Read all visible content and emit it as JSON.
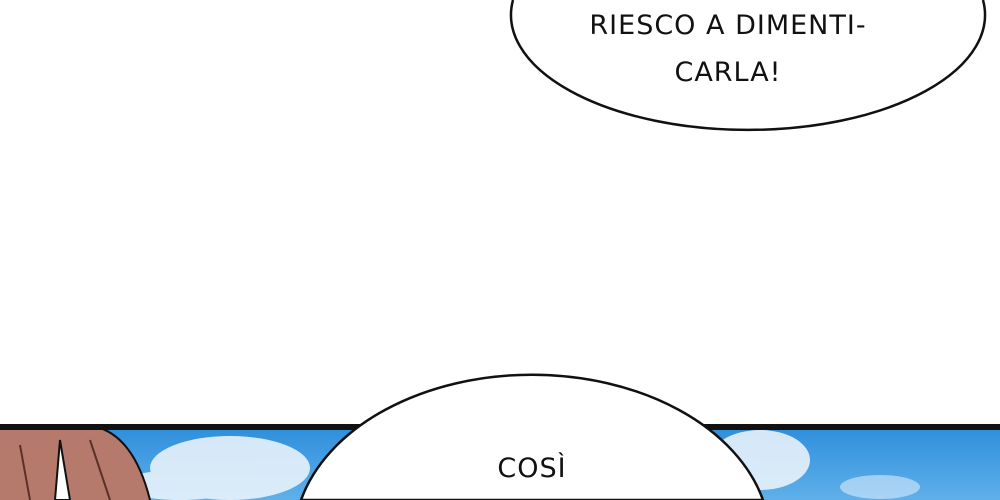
{
  "bubbles": {
    "top": {
      "line1": "RIESCO A DIMENTI-",
      "line2": "CARLA!"
    },
    "bottom": {
      "line1": "COSÌ"
    }
  },
  "colors": {
    "sky": "#3d9be0",
    "hair": "#b67a6c",
    "border": "#111111"
  }
}
